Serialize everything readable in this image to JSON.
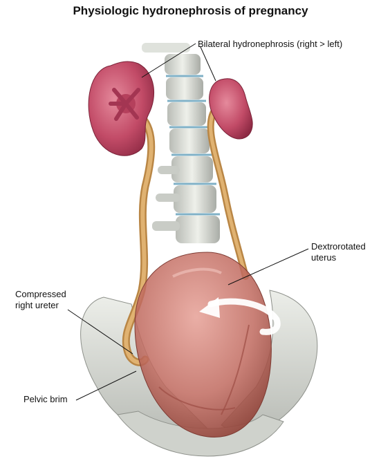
{
  "title": "Physiologic hydronephrosis of pregnancy",
  "labels": {
    "bilateral": "Bilateral hydronephrosis (right > left)",
    "uterus_line1": "Dextrorotated",
    "uterus_line2": "uterus",
    "ureter_line1": "Compressed",
    "ureter_line2": "right ureter",
    "pelvic": "Pelvic brim"
  }
}
